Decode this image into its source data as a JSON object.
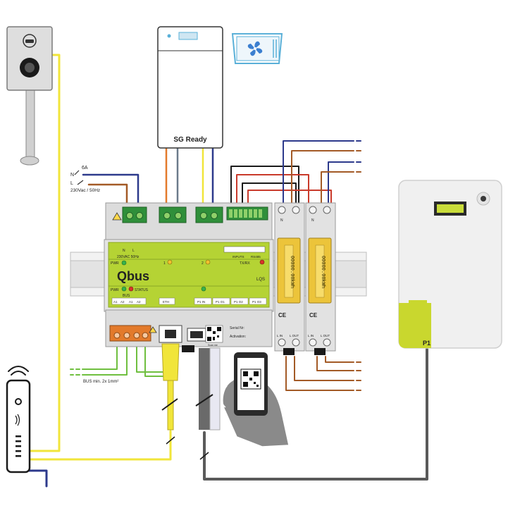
{
  "labels": {
    "sg_ready": "SG Ready",
    "breaker_n": "N",
    "breaker_rating": "6A",
    "breaker_l": "L",
    "breaker_supply": "230Vac / 50Hz",
    "supply_spec": "230VAC 50Hz",
    "brand": "Qbus",
    "model": "LQS",
    "pwr": "PWR",
    "status": "STATUS",
    "bus": "BUS",
    "input_1": "1",
    "input_2": "2",
    "p1_in": "P1 IN",
    "inputs": "INPUTS",
    "rs485": "RS485",
    "txrx": "TX/RX",
    "term_a1": "A1",
    "term_a2": "A2",
    "term_eth": "ETH",
    "term_p1in": "P1 IN",
    "term_p101": "P1 O1",
    "term_p102": "P1 O2",
    "term_p103": "P1 O3",
    "serial_nr": "Serial Nr:",
    "activation": "Activation:",
    "scan_me": "Scan me",
    "meter_display": "00000.00kWh",
    "meter_ce": "CE",
    "meter_lin": "L IN",
    "meter_lout": "L OUT",
    "meter_n": "N",
    "bus_spec": "BUS min. 2x 1mm²",
    "p1": "P1"
  },
  "colors": {
    "module_green": "#b5d334",
    "module_grey": "#dcdcdc",
    "terminal_green": "#2f8f3a",
    "meter_yellow": "#ecc43a",
    "wire_yellow": "#f1e53a",
    "wire_blue": "#2d3a8c",
    "wire_brown": "#a35a26",
    "wire_orange": "#e37a2b",
    "wire_black": "#1a1a1a",
    "wire_red": "#c93a2b",
    "wire_grey": "#5a5a5a",
    "wire_green": "#6fbf3f",
    "fan_blue": "#3b7fd0"
  },
  "icons": [
    "ev-charger-icon",
    "heat-pump-icon",
    "fan-icon",
    "router-icon",
    "wifi-icon",
    "smartphone-icon",
    "qr-code-icon",
    "hand-icon",
    "warning-icon"
  ]
}
